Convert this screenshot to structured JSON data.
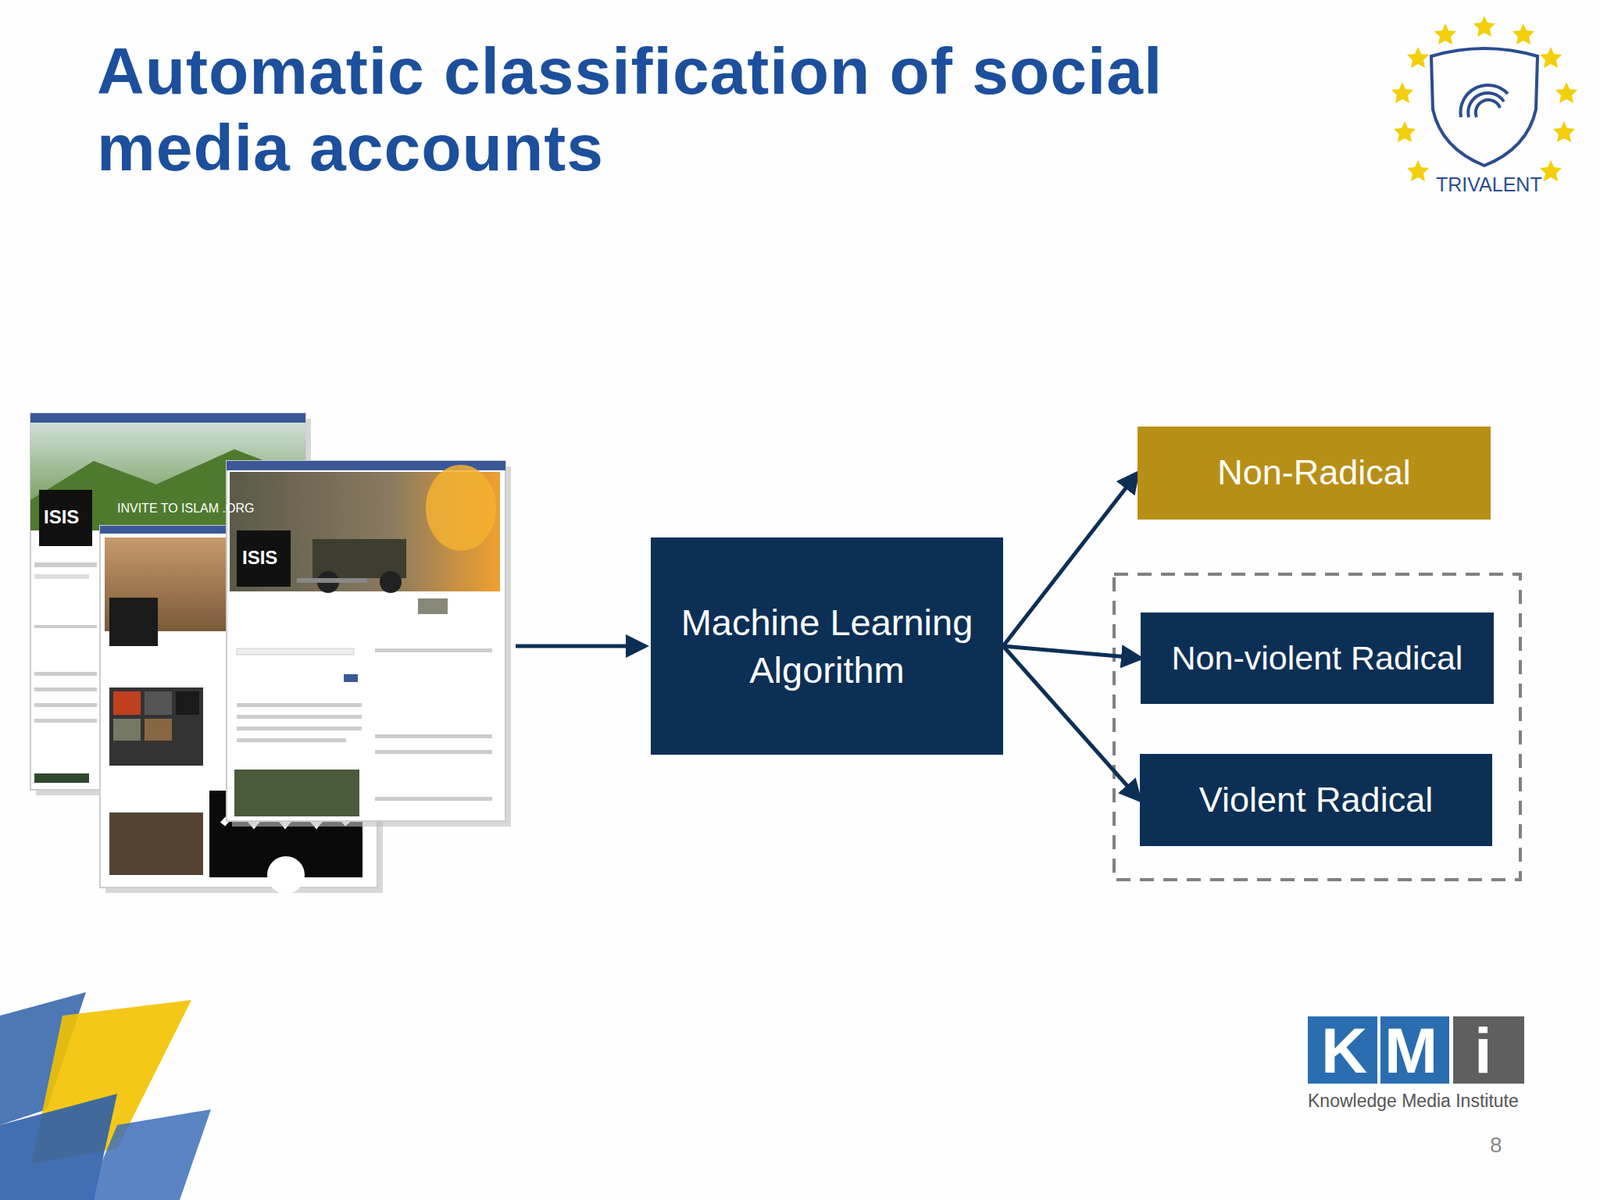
{
  "diagram": {
    "title": "Automatic classification of social media accounts",
    "nodes": [
      {
        "text": [
          "Machine Learning Algorithm"
        ]
      },
      {
        "text": [
          "Non-Radical"
        ]
      },
      {
        "text": [
          "Non-violent Radical"
        ]
      },
      {
        "text": [
          "Violent Radical"
        ]
      }
    ],
    "edges": [
      {
        "from": 0,
        "to": 1,
        "arrow": "to"
      },
      {
        "from": 0,
        "to": 2,
        "arrow": "to"
      },
      {
        "from": 0,
        "to": 3,
        "arrow": "to"
      }
    ],
    "labels": [
      "ISIS",
      "INVITE TO ISLAM .ORG",
      "ISIS",
      "TRIVALENT",
      "K",
      "M",
      "i",
      "Knowledge Media Institute",
      "8"
    ]
  }
}
